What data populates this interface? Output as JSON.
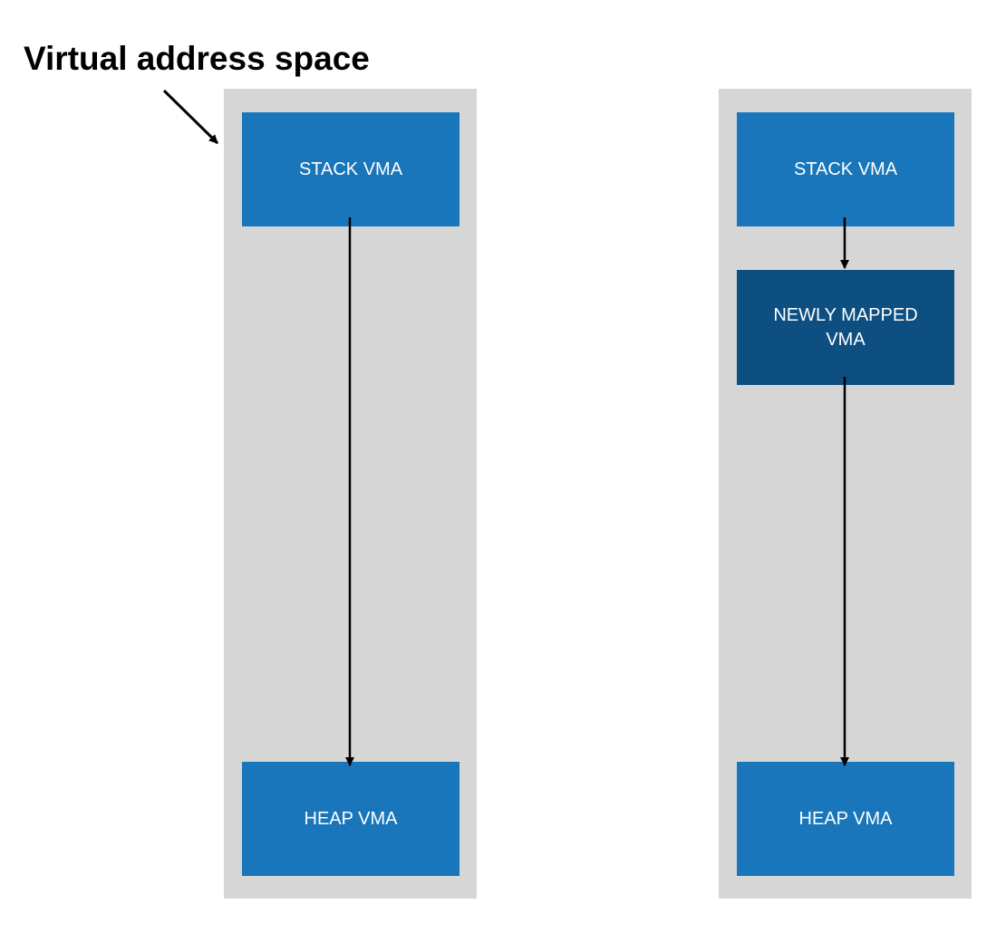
{
  "title": "Virtual address space",
  "left": {
    "stack_label": "STACK VMA",
    "heap_label": "HEAP VMA"
  },
  "right": {
    "stack_label": "STACK VMA",
    "new_label": "NEWLY MAPPED VMA",
    "heap_label": "HEAP VMA"
  },
  "colors": {
    "column_bg": "#d6d6d6",
    "vma_blue": "#1976bb",
    "vma_dark_blue": "#0c4f80",
    "arrow": "#000000"
  }
}
